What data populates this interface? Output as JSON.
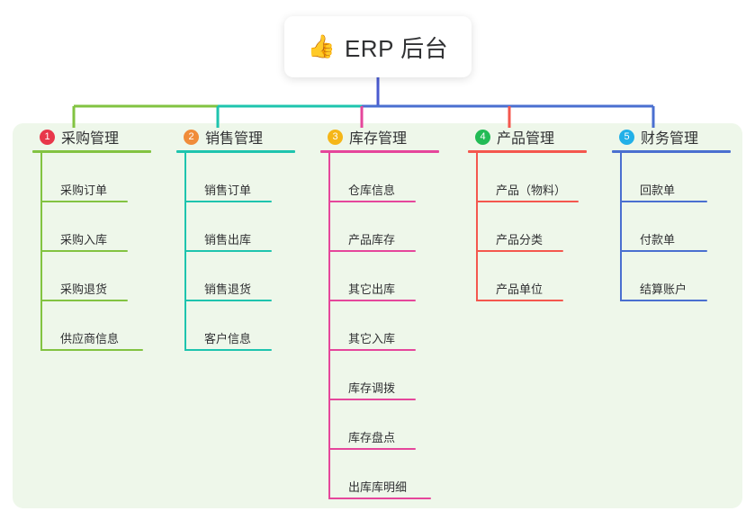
{
  "root": {
    "icon": "thumbs-up-icon",
    "emoji": "👍",
    "title": "ERP 后台"
  },
  "theme": {
    "panel_background": "#eef7ea",
    "page_background": "#ffffff",
    "text_color": "#303133",
    "root_connector": "#4a5bd0"
  },
  "columns": [
    {
      "number": "1",
      "title": "采购管理",
      "badge_color": "#e8374a",
      "line_color": "#82c341",
      "connector_color": "#82c341",
      "items": [
        "采购订单",
        "采购入库",
        "采购退货",
        "供应商信息"
      ]
    },
    {
      "number": "2",
      "title": "销售管理",
      "badge_color": "#f08c3a",
      "line_color": "#1ec4ae",
      "connector_color": "#1ec4ae",
      "items": [
        "销售订单",
        "销售出库",
        "销售退货",
        "客户信息"
      ]
    },
    {
      "number": "3",
      "title": "库存管理",
      "badge_color": "#f5b618",
      "line_color": "#e5469b",
      "connector_color": "#e5469b",
      "items": [
        "仓库信息",
        "产品库存",
        "其它出库",
        "其它入库",
        "库存调拨",
        "库存盘点",
        "出库库明细"
      ]
    },
    {
      "number": "4",
      "title": "产品管理",
      "badge_color": "#22bb55",
      "line_color": "#f4574e",
      "connector_color": "#f4574e",
      "items": [
        "产品（物料）",
        "产品分类",
        "产品单位"
      ]
    },
    {
      "number": "5",
      "title": "财务管理",
      "badge_color": "#22b0e8",
      "line_color": "#4a6fd0",
      "connector_color": "#4a6fd0",
      "items": [
        "回款单",
        "付款单",
        "结算账户"
      ]
    }
  ]
}
